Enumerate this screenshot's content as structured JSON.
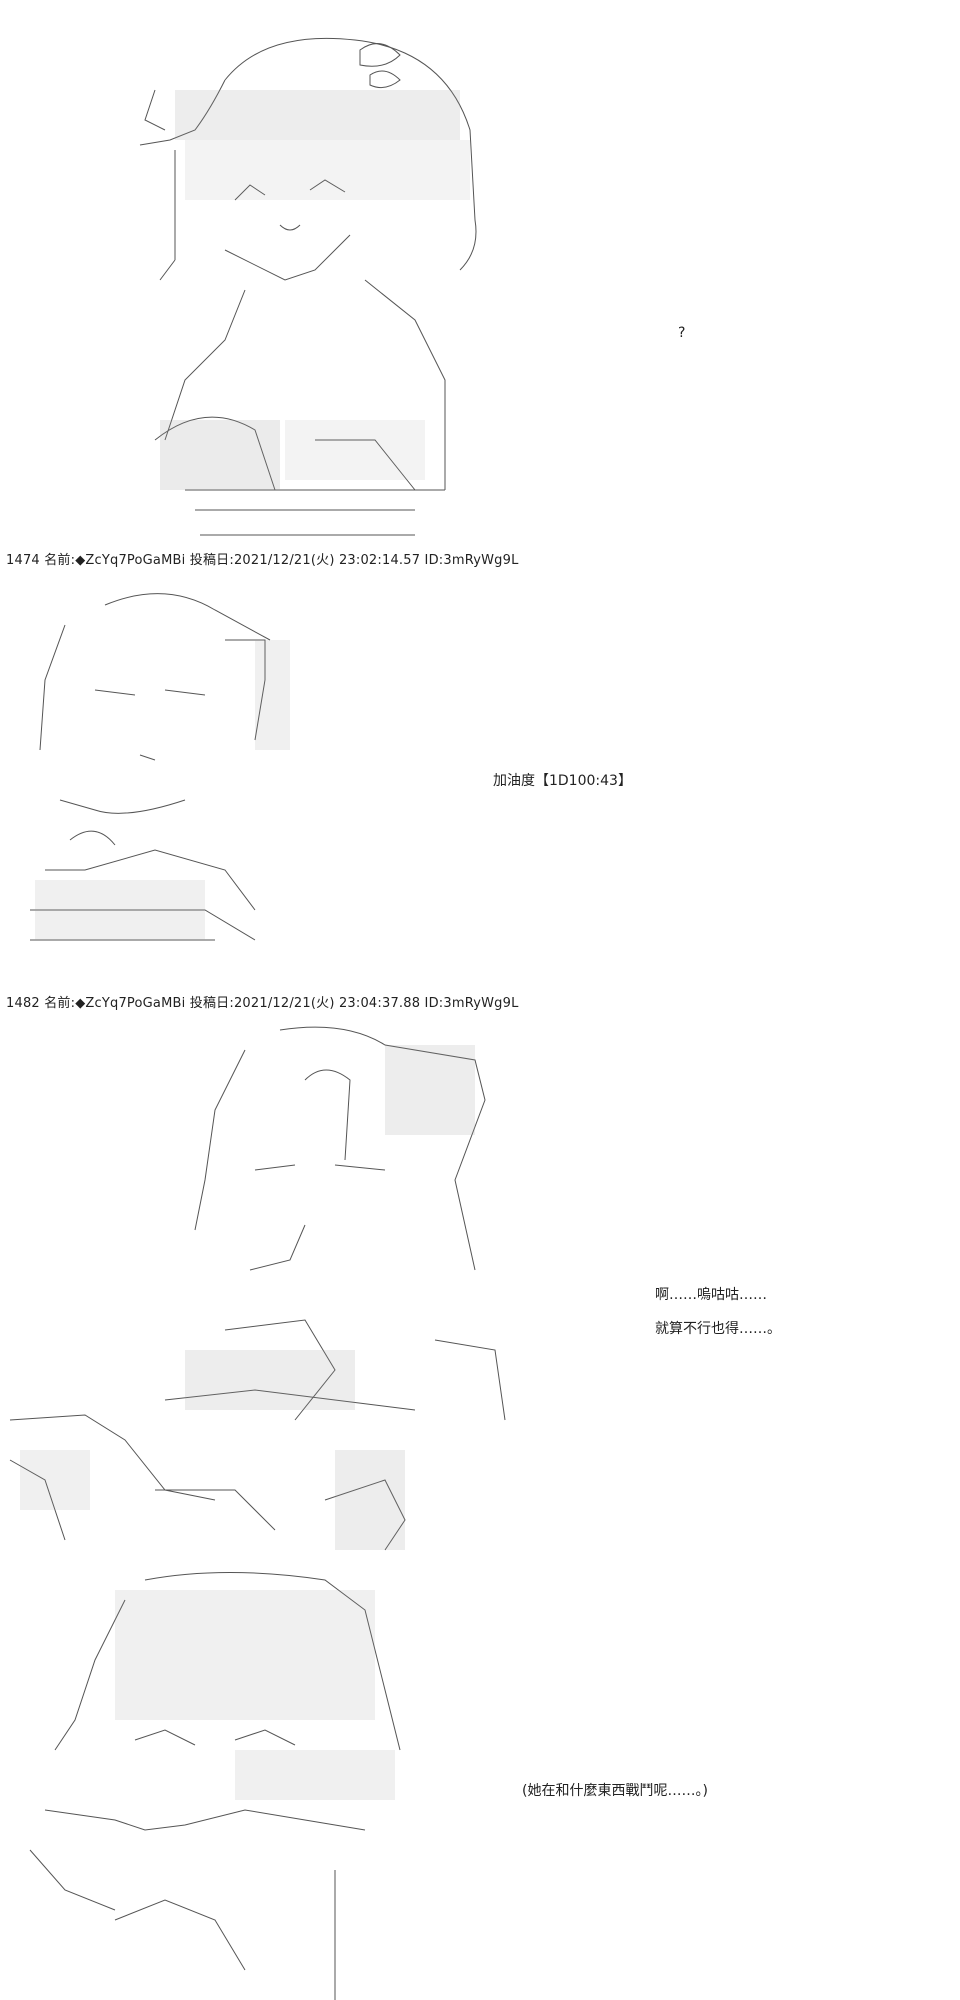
{
  "posts": [
    {
      "header": "1474 名前:◆ZcYq7PoGaMBi 投稿日:2021/12/21(火) 23:02:14.57 ID:3mRyWg9L",
      "lines": [
        "加油度【1D100:43】"
      ]
    },
    {
      "header": "1482 名前:◆ZcYq7PoGaMBi 投稿日:2021/12/21(火) 23:04:37.88 ID:3mRyWg9L",
      "lines": [
        "啊……嗚咕咕……",
        "就算不行也得……。"
      ]
    }
  ],
  "top_speech": "?",
  "bottom_speech": "(她在和什麼東西戰鬥呢……。)",
  "art": {
    "figure_1": "ascii-art-girl-dressing",
    "figure_2": "ascii-art-girl-sleeping",
    "figure_3": "ascii-art-girl-struggling",
    "figure_4": "ascii-art-girl-peeking"
  }
}
